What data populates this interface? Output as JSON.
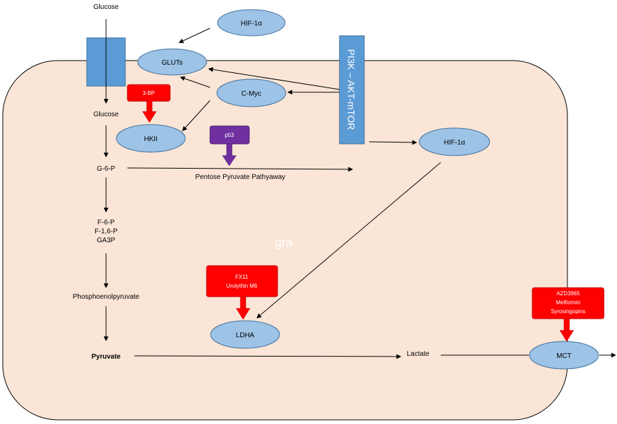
{
  "colors": {
    "cell_fill": "#fbe5d6",
    "node_fill": "#9dc3e6",
    "node_stroke": "#41719c",
    "transporter_fill": "#5b9bd5",
    "inhibitor_red": "#ff0000",
    "inhibitor_purple": "#7030a0"
  },
  "labels": {
    "glucose_out": "Glucose",
    "glucose_in": "Glucose",
    "g6p": "G-6-P",
    "f6p": "F-6-P",
    "f16p": "F-1,6-P",
    "ga3p": "GA3P",
    "pep": "Phosphoenolpyruvate",
    "pyruvate": "Pyruvate",
    "lactate": "Lactate",
    "ppp": "Pentose Pyruvate Pathyaway",
    "watermark": "gra"
  },
  "nodes": {
    "hif1a_top": "HIF-1α",
    "gluts": "GLUTs",
    "cmyc": "C-Myc",
    "hkii": "HKII",
    "hif1a_right": "HIF-1α",
    "ldha": "LDHA",
    "mct": "MCT"
  },
  "pathway_bar": "PI3K – AKT-mTOR",
  "inhibitors": {
    "bp3": "3-BP",
    "p53": "p53",
    "fx11": "FX11",
    "urolythin": "Urolythin M6",
    "azd": "AZD3965",
    "metformin": "Metformin",
    "syrosingopins": "Syrosingopins"
  }
}
